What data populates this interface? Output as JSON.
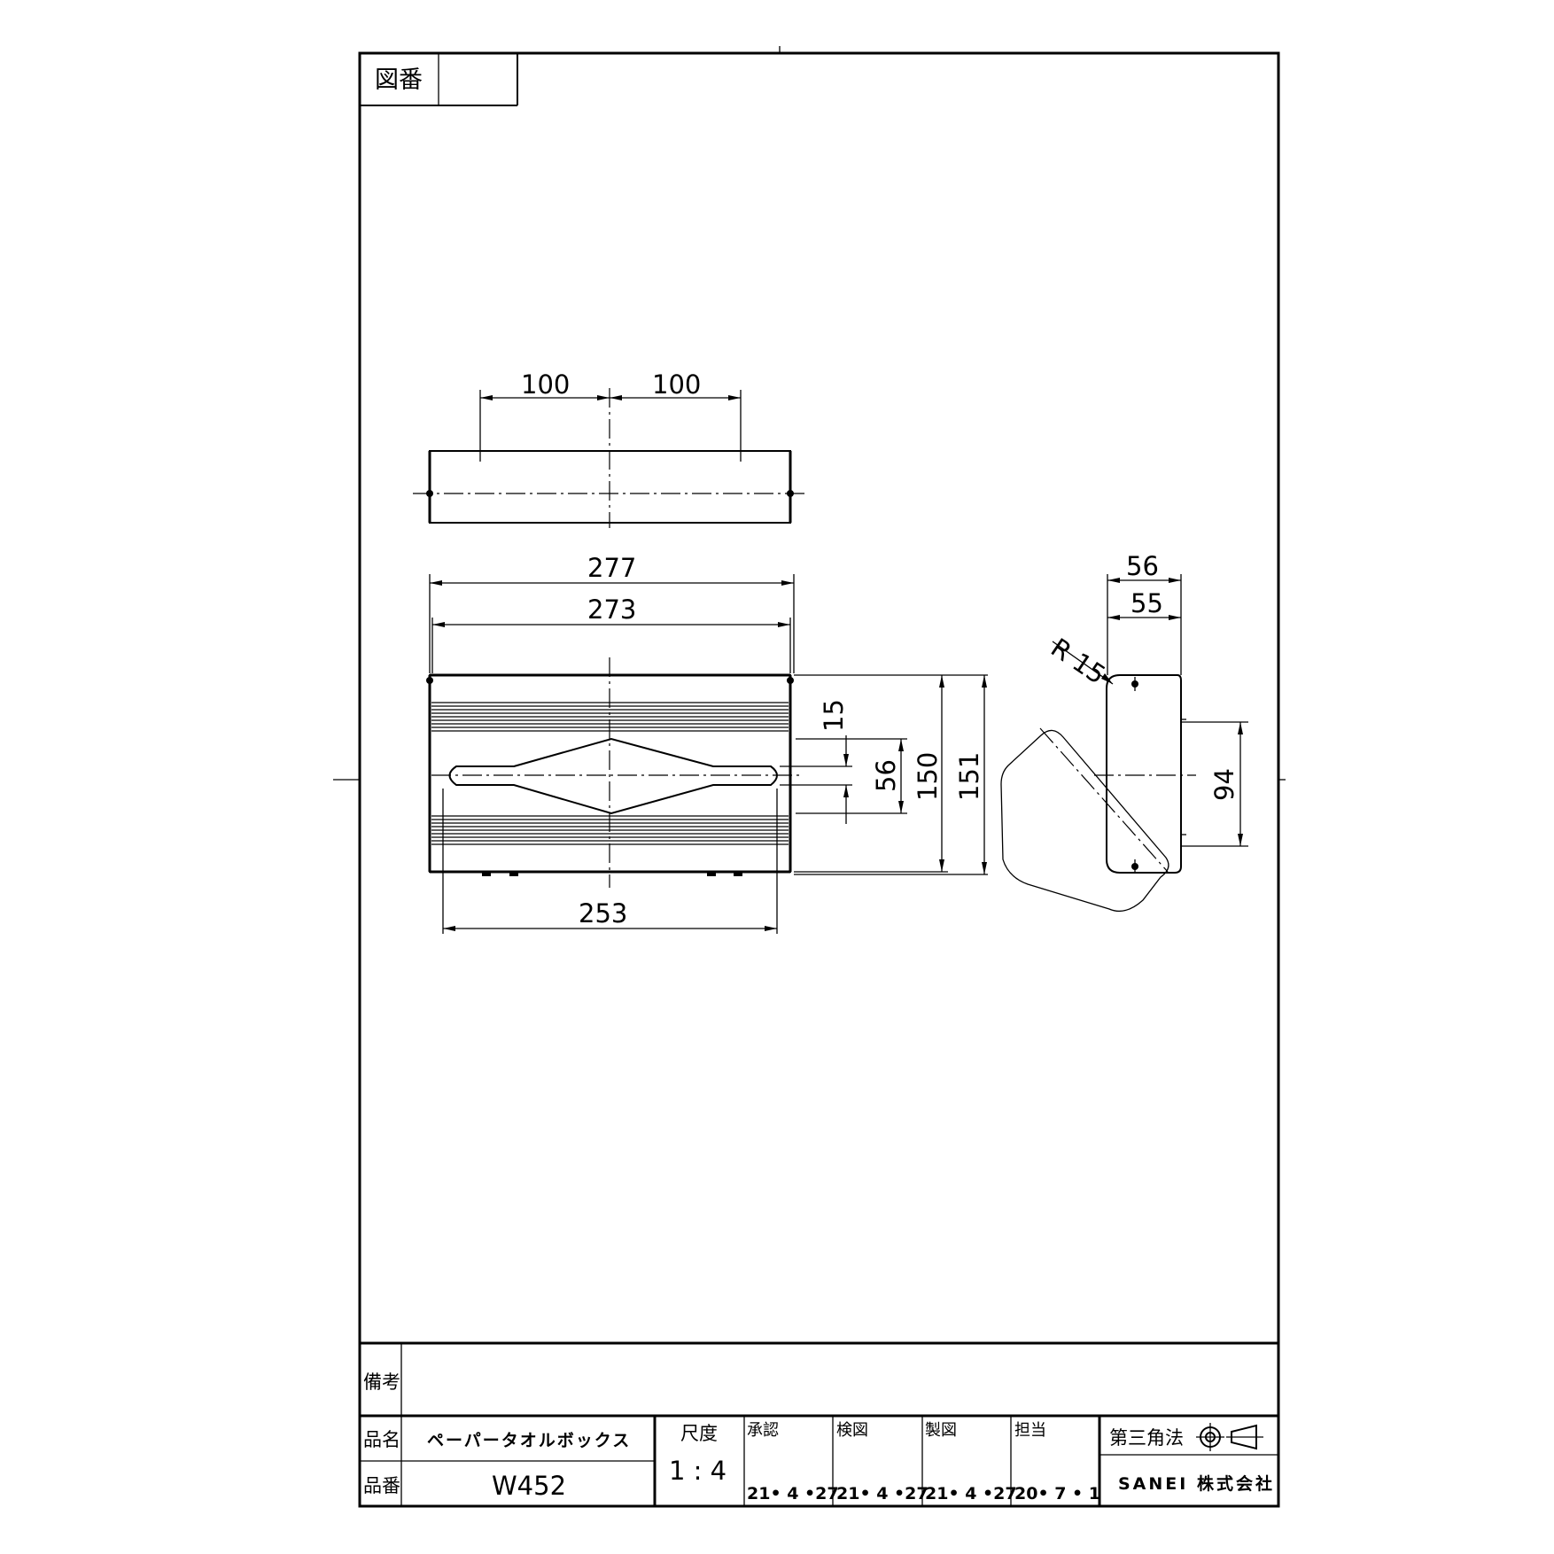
{
  "title_block": {
    "drawing_number_label": "図番",
    "drawing_number_value": "",
    "remarks_label": "備考",
    "product_name_label": "品名",
    "product_name": "ペーパータオルボックス",
    "product_number_label": "品番",
    "product_number": "W452",
    "scale_label": "尺度",
    "scale_value": "1 : 4",
    "approval_label": "承認",
    "approval_date": "21• 4 •27",
    "check_label": "検図",
    "check_date": "21• 4 •27",
    "drafted_label": "製図",
    "drafted_date": "21• 4 •27",
    "charge_label": "担当",
    "charge_date": "20• 7 • 1",
    "projection_label": "第三角法",
    "company": "SANEI 株式会社"
  },
  "dimensions": {
    "top_left_100": "100",
    "top_right_100": "100",
    "width_277": "277",
    "width_273": "273",
    "width_253": "253",
    "slot_15": "15",
    "slot_56": "56",
    "height_150": "150",
    "height_151": "151",
    "side_56": "56",
    "side_55": "55",
    "radius": "R 15",
    "side_94": "94"
  }
}
